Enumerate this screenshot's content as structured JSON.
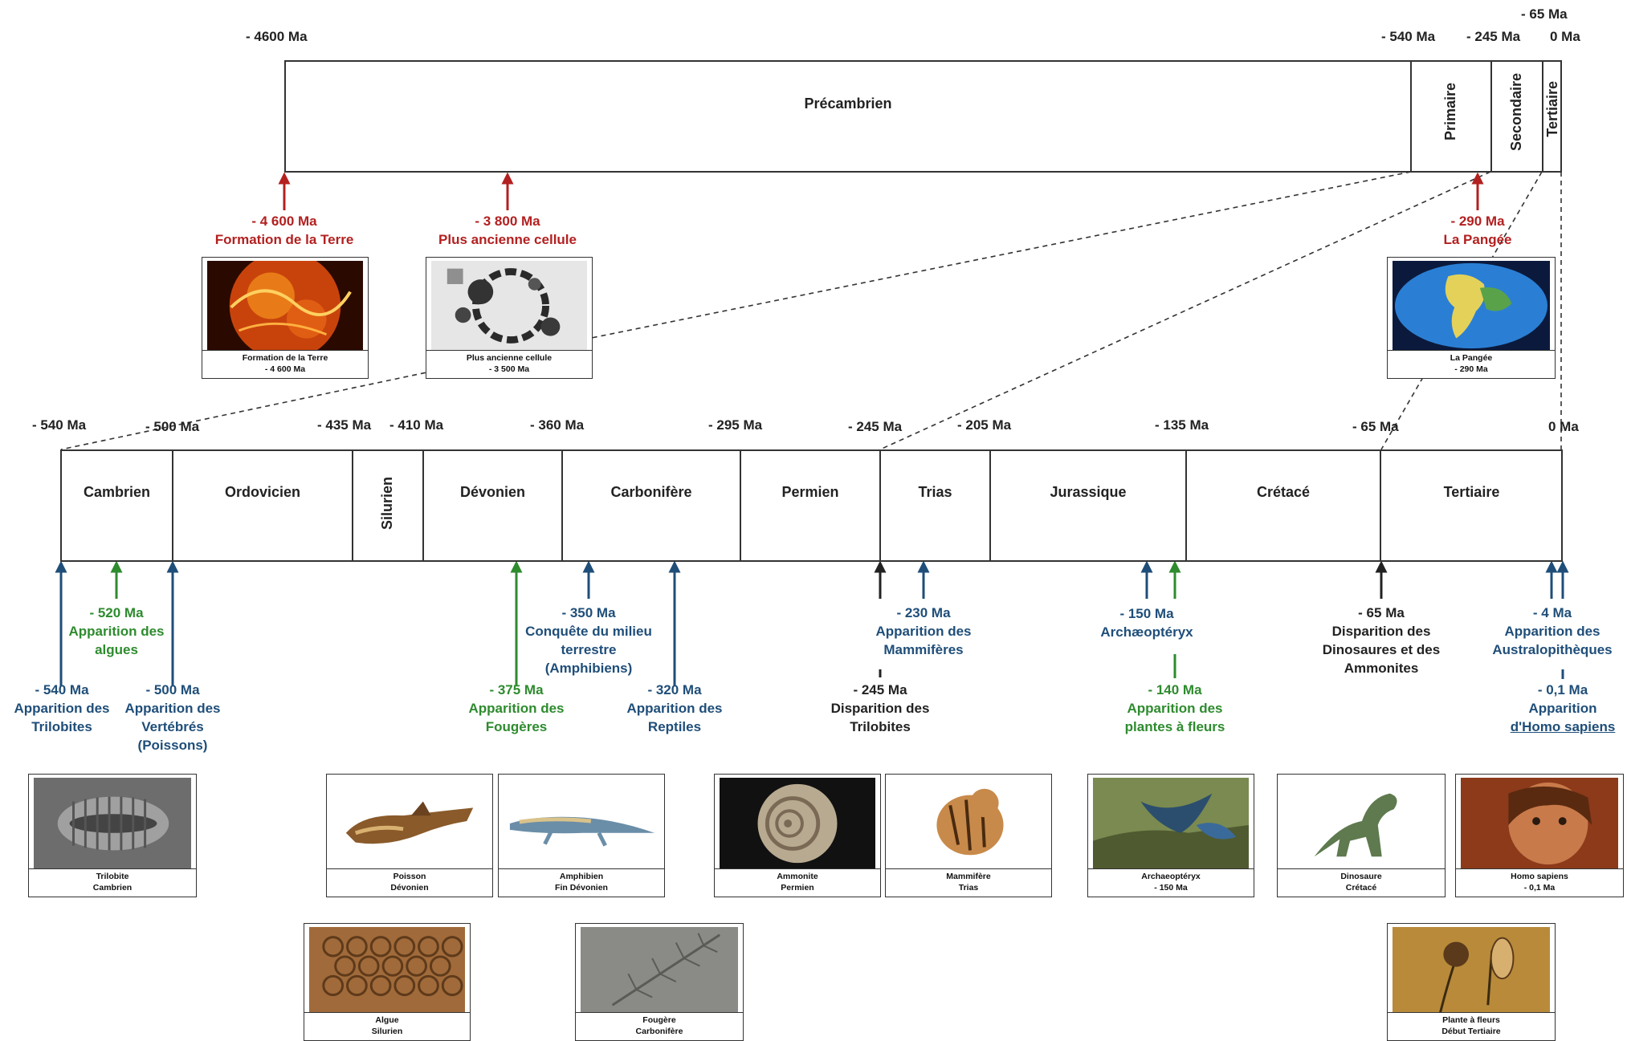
{
  "top_timeline": {
    "ticks": [
      "- 4600 Ma",
      "- 540 Ma",
      "- 245 Ma",
      "- 65 Ma",
      "0 Ma"
    ],
    "eras": [
      "Précambrien",
      "Primaire",
      "Secondaire",
      "Tertiaire"
    ]
  },
  "top_events": [
    {
      "date": "- 4 600 Ma",
      "text": "Formation de la  Terre"
    },
    {
      "date": "- 3 800 Ma",
      "text": "Plus ancienne cellule"
    },
    {
      "date": "- 290 Ma",
      "text": "La Pangée"
    }
  ],
  "top_cards": [
    {
      "line1": "Formation de la Terre",
      "line2": "- 4 600 Ma",
      "image": "burning-earth"
    },
    {
      "line1": "Plus ancienne cellule",
      "line2": "- 3 500 Ma",
      "image": "fossil-cell-micrograph"
    },
    {
      "line1": "La Pangée",
      "line2": "- 290 Ma",
      "image": "pangaea-globe"
    }
  ],
  "bottom_timeline": {
    "ticks": [
      "- 540 Ma",
      "- 500 Ma",
      "- 435 Ma",
      "- 410 Ma",
      "- 360 Ma",
      "- 295 Ma",
      "- 245 Ma",
      "- 205 Ma",
      "- 135 Ma",
      "- 65 Ma",
      "0 Ma"
    ],
    "periods": [
      "Cambrien",
      "Ordovicien",
      "Silurien",
      "Dévonien",
      "Carbonifère",
      "Permien",
      "Trias",
      "Jurassique",
      "Crétacé",
      "Tertiaire"
    ]
  },
  "events": [
    {
      "date": "- 520 Ma",
      "lines": [
        "Apparition des",
        "algues"
      ],
      "color": "#2e8b2e"
    },
    {
      "date": "- 540 Ma",
      "lines": [
        "Apparition des",
        "Trilobites"
      ],
      "color": "#1f4e79"
    },
    {
      "date": "- 500 Ma",
      "lines": [
        "Apparition des",
        "Vertébrés",
        "(Poissons)"
      ],
      "color": "#1f4e79"
    },
    {
      "date": "- 350 Ma",
      "lines": [
        "Conquête du milieu",
        "terrestre",
        "(Amphibiens)"
      ],
      "color": "#1f4e79"
    },
    {
      "date": "- 375 Ma",
      "lines": [
        "Apparition des",
        "Fougères"
      ],
      "color": "#2e8b2e"
    },
    {
      "date": "- 320 Ma",
      "lines": [
        "Apparition des",
        "Reptiles"
      ],
      "color": "#1f4e79"
    },
    {
      "date": "- 230 Ma",
      "lines": [
        "Apparition des",
        "Mammifères"
      ],
      "color": "#1f4e79"
    },
    {
      "date": "- 245 Ma",
      "lines": [
        "Disparition des",
        "Trilobites"
      ],
      "color": "#222222"
    },
    {
      "date": "- 150 Ma",
      "lines": [
        "Archæoptéryx"
      ],
      "color": "#1f4e79"
    },
    {
      "date": "- 140 Ma",
      "lines": [
        "Apparition des",
        "plantes à fleurs"
      ],
      "color": "#2e8b2e"
    },
    {
      "date": "- 65 Ma",
      "lines": [
        "Disparition des",
        "Dinosaures et des",
        "Ammonites"
      ],
      "color": "#222222"
    },
    {
      "date": "- 4 Ma",
      "lines": [
        "Apparition des",
        "Australopithèques"
      ],
      "color": "#1f4e79"
    },
    {
      "date": "- 0,1 Ma",
      "lines": [
        "Apparition",
        "d'Homo sapiens"
      ],
      "color": "#1f4e79"
    }
  ],
  "cards": [
    {
      "line1": "Trilobite",
      "line2": "Cambrien",
      "image": "trilobite-fossil"
    },
    {
      "line1": "Poisson",
      "line2": "Dévonien",
      "image": "devonian-fish"
    },
    {
      "line1": "Amphibien",
      "line2": "Fin Dévonien",
      "image": "amphibian"
    },
    {
      "line1": "Ammonite",
      "line2": "Permien",
      "image": "ammonite-shell"
    },
    {
      "line1": "Mammifère",
      "line2": "Trias",
      "image": "triassic-mammal"
    },
    {
      "line1": "Archaeoptéryx",
      "line2": "- 150 Ma",
      "image": "archaeopteryx"
    },
    {
      "line1": "Dinosaure",
      "line2": "Crétacé",
      "image": "dinosaur"
    },
    {
      "line1": "Homo sapiens",
      "line2": "- 0,1 Ma",
      "image": "homo-sapiens-face"
    },
    {
      "line1": "Algue",
      "line2": "Silurien",
      "image": "algae-fossil"
    },
    {
      "line1": "Fougère",
      "line2": "Carbonifère",
      "image": "fern-fossil"
    },
    {
      "line1": "Plante à fleurs",
      "line2": "Début Tertiaire",
      "image": "flowering-plant-fossil"
    }
  ],
  "colors": {
    "red": "#b32020",
    "blue": "#1f4e79",
    "green": "#2e8b2e",
    "black": "#222222"
  }
}
